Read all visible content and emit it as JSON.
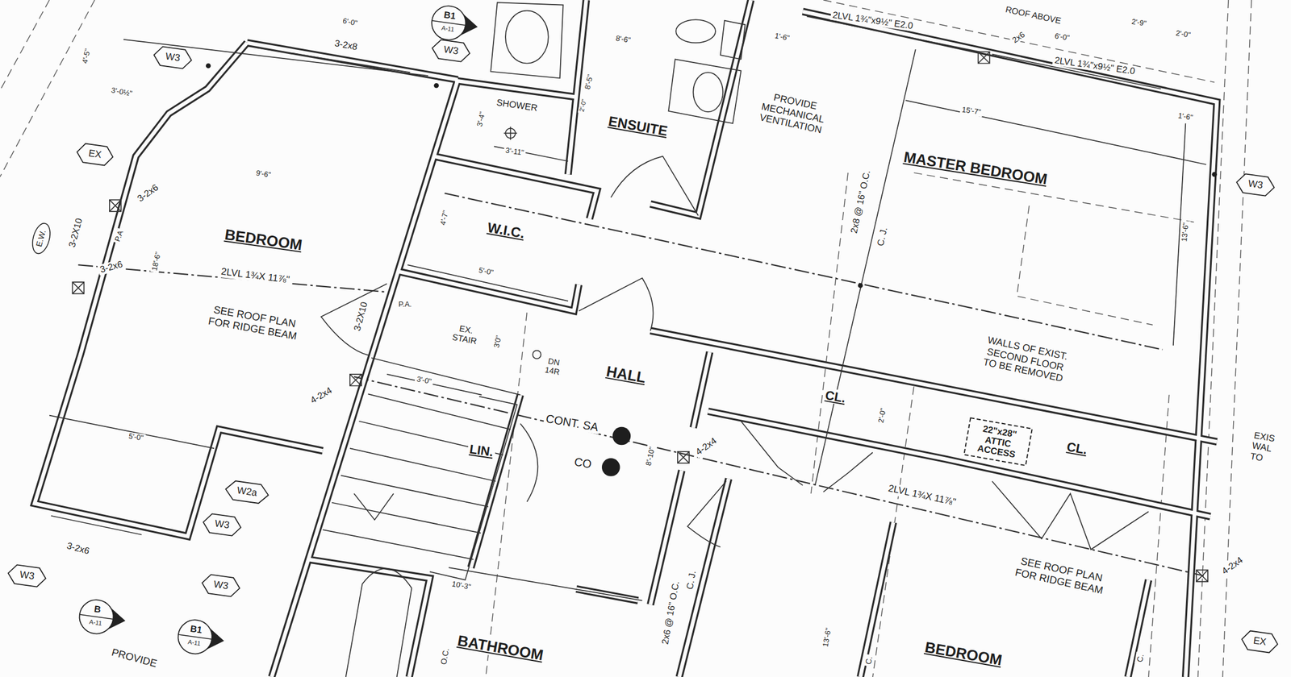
{
  "diagram": {
    "nodes": [
      {
        "text": [
          "B1",
          "A-11"
        ]
      },
      {
        "text": [
          "W3"
        ]
      },
      {
        "text": [
          "W3"
        ]
      },
      {
        "text": [
          "EX"
        ]
      },
      {
        "text": [
          "W3"
        ]
      },
      {
        "text": [
          "E.W."
        ]
      },
      {
        "text": [
          "22\"x28\" ATTIC ACCESS"
        ]
      },
      {
        "text": [
          "W2a"
        ]
      },
      {
        "text": [
          "W3"
        ]
      },
      {
        "text": [
          "W3"
        ]
      },
      {
        "text": [
          "W3"
        ]
      },
      {
        "text": [
          "B",
          "A-11"
        ]
      },
      {
        "text": [
          "EX"
        ]
      },
      {
        "text": [
          "B1",
          "A-11"
        ]
      }
    ],
    "labels": [
      "4'-5\"",
      "6'-0\"",
      "3-2x8",
      "3'-0½\"",
      "3-2x6",
      "3-2X10",
      "P.A",
      "3-2x6",
      "9'-6\"",
      "BEDROOM",
      "18'-6\"",
      "2LVL 1¾X 11⅞\"",
      "SEE ROOF PLAN FOR RIDGE BEAM",
      "3-2X10",
      "P.A.",
      "4-2x4",
      "3'-0\"",
      "5'-0\"",
      "3-2x6",
      "PROVIDE",
      "SHOWER",
      "3'-4\"",
      "3'-11\"",
      "8'-6\"",
      "8'-5\"",
      "2'-0\"",
      "ENSUITE",
      "1'-6\"",
      "PROVIDE MECHANICAL VENTILATION",
      "W.I.C.",
      "4'-7\"",
      "5'-0\"",
      "EX. STAIR",
      "3'0\"",
      "DN 14R",
      "HALL",
      "CONT. SA",
      "CO",
      "LIN.",
      "8'-10\"",
      "4-2x4",
      "10'-3\"",
      "BATHROOM",
      "2x6 @ 16\" O.C.",
      "C. J.",
      "O.C.",
      "2LVL 1¾\"x9½\" E2.0",
      "ROOF ABOVE",
      "2x6",
      "6'-0\"",
      "2'-9\"",
      "2'-0\"",
      "2LVL 1¾\"x9½\" E2.0",
      "15'-7\"",
      "1'-6\"",
      "MASTER BEDROOM",
      "2x8 @ 16\" O.C.",
      "C. J.",
      "13'-6\"",
      "WALLS OF EXIST. SECOND FLOOR TO BE REMOVED",
      "CL.",
      "2'-0\"",
      "CL.",
      "EXIS WAL TO",
      "2LVL 1¾X 11⅞\"",
      "SEE ROOF PLAN FOR RIDGE BEAM",
      "4-2x4",
      "13'-6\"",
      "BEDROOM",
      "C.",
      "C."
    ]
  }
}
